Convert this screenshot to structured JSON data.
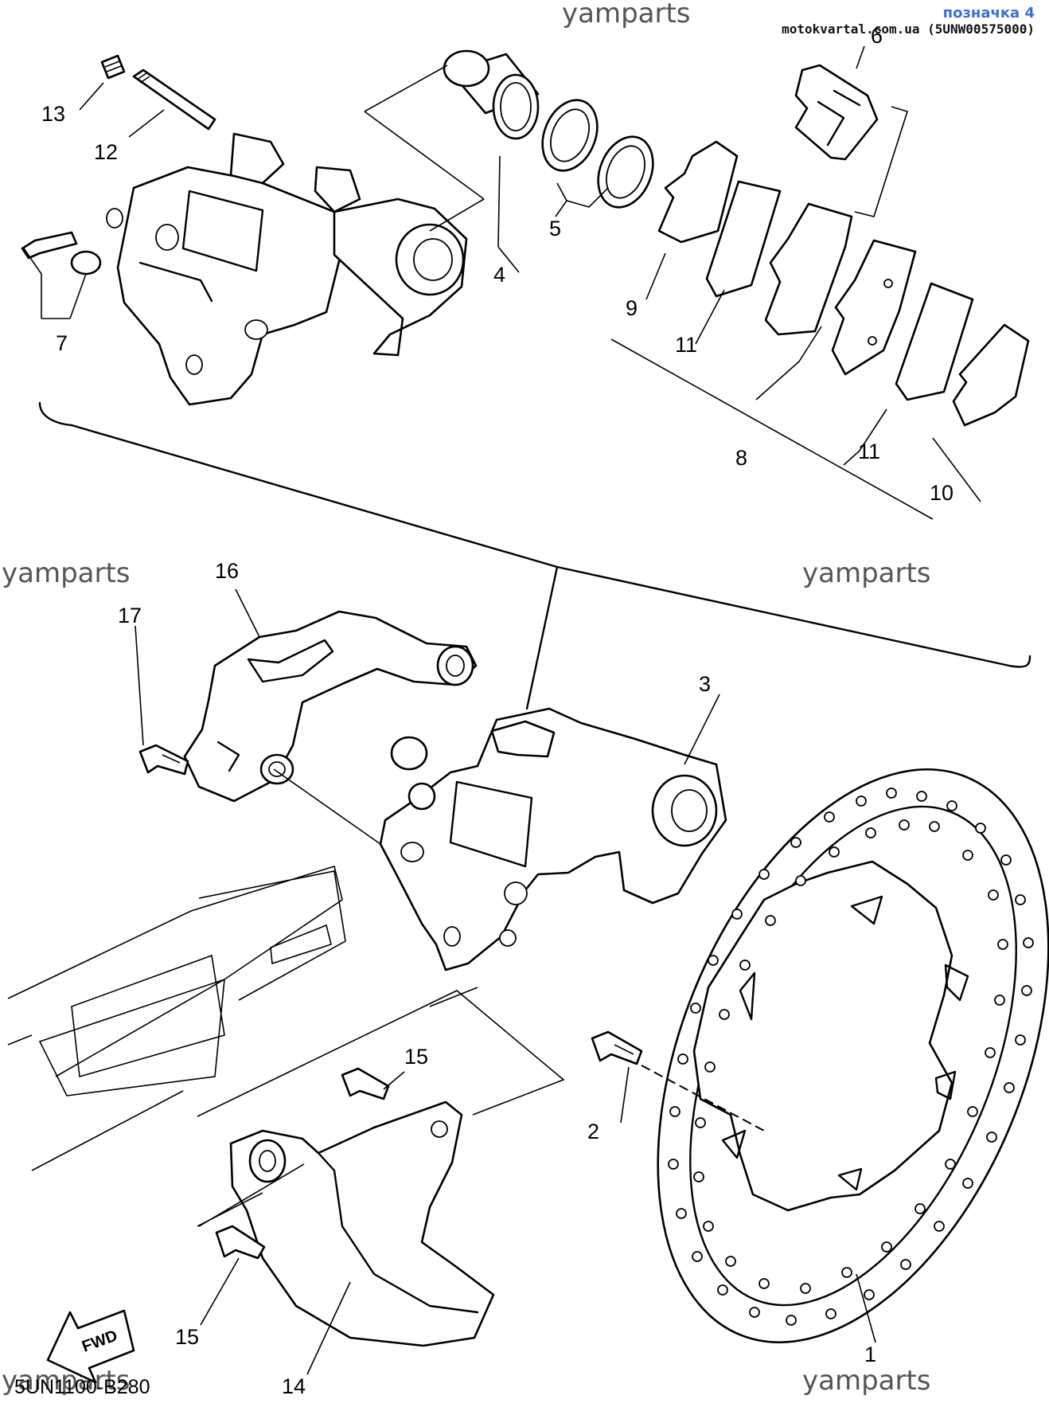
{
  "header": {
    "tag": "позначка 4",
    "source": "motokvartal.com.ua (5UNW00575000)"
  },
  "watermark": "yamparts",
  "drawing_code": "5UN1100-B280",
  "fwd_label": "FWD",
  "callouts": {
    "c1": "1",
    "c2": "2",
    "c3": "3",
    "c4": "4",
    "c5": "5",
    "c6": "6",
    "c7": "7",
    "c8": "8",
    "c9": "9",
    "c10": "10",
    "c11a": "11",
    "c11b": "11",
    "c12": "12",
    "c13": "13",
    "c14": "14",
    "c15a": "15",
    "c15b": "15",
    "c16": "16",
    "c17": "17"
  }
}
